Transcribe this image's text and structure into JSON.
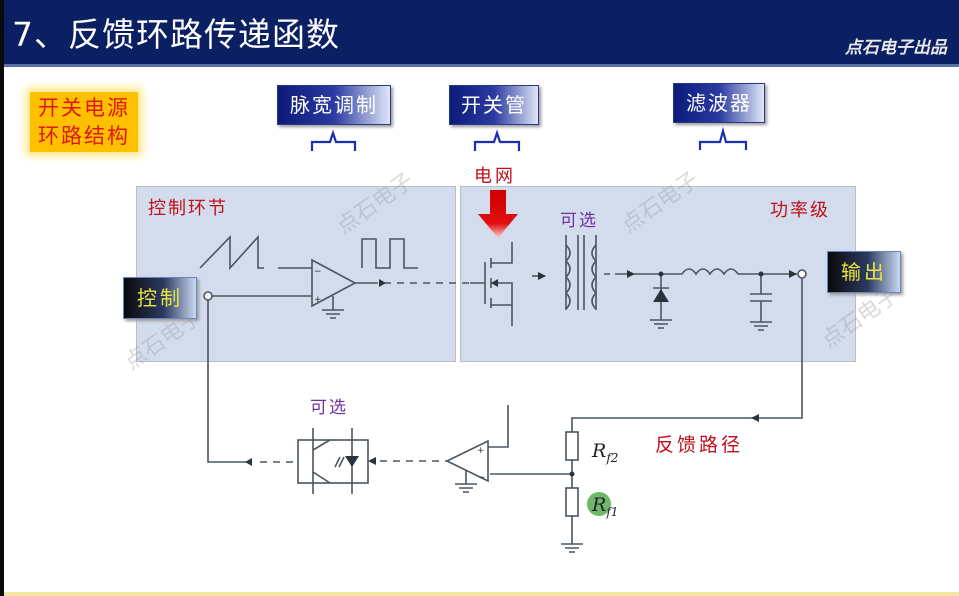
{
  "header": {
    "title": "7、反馈环路传递函数",
    "brand": "点石电子出品"
  },
  "badge": {
    "line1": "开关电源",
    "line2": "环路结构"
  },
  "top_labels": {
    "pwm": "脉宽调制",
    "switch": "开关管",
    "filter": "滤波器"
  },
  "grid_label": "电网",
  "control_panel": {
    "title": "控制环节"
  },
  "power_panel": {
    "title": "功率级"
  },
  "optional_transformer": "可选",
  "optional_optocoupler": "可选",
  "control_box": "控制",
  "output_box": "输出",
  "feedback_label": "反馈路径",
  "resistors": {
    "rf2": {
      "main": "R",
      "sub": "f2"
    },
    "rf1": {
      "main": "R",
      "sub": "f1"
    }
  },
  "watermark": "点石电子",
  "colors": {
    "header_bg": "#0b1f63",
    "panel_bg": "#d3dced",
    "title_red": "#c0101a",
    "optional_purple": "#7030a0",
    "badge_bg": "#ffc000",
    "box_text_yellow": "#e8e43c"
  }
}
